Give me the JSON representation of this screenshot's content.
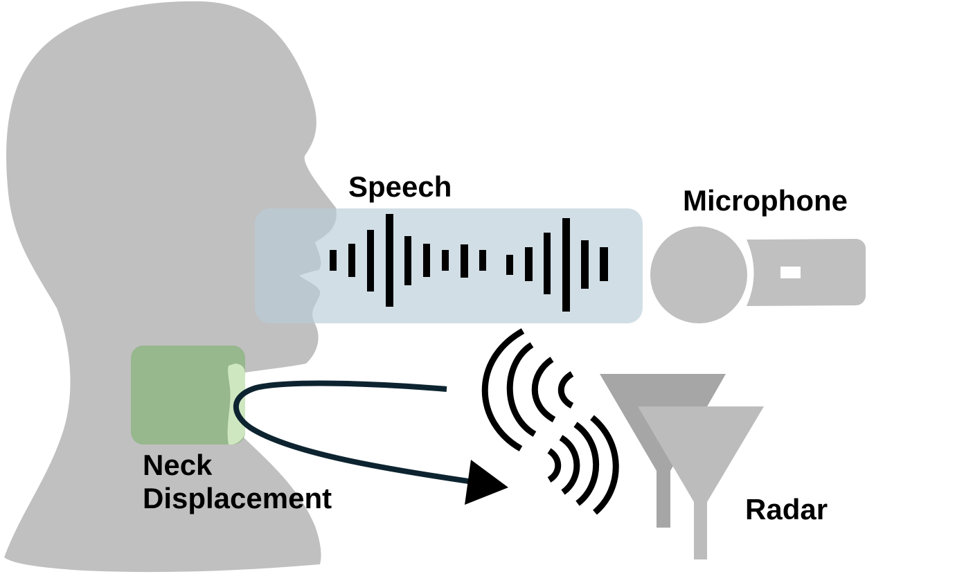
{
  "labels": {
    "speech": "Speech",
    "microphone": "Microphone",
    "neck_line1": "Neck",
    "neck_line2": "Displacement",
    "radar": "Radar"
  },
  "colors": {
    "head": "#c0c0c0",
    "speech_box": "#b8ccd8",
    "neck_box": "#8fb584",
    "neck_box_highlight": "#cfe7c0",
    "mic": "#c0c0c0",
    "radar_back": "#a6a6a6",
    "radar_front": "#bcbcbc",
    "arrow": "#0d2430",
    "waves": "#000000"
  },
  "icons": {
    "head": "head-silhouette-icon",
    "waveform": "speech-waveform-icon",
    "microphone": "microphone-icon",
    "radar": "radar-antenna-icon",
    "waves": "radio-waves-icon",
    "arrow": "curved-arrow-icon"
  }
}
